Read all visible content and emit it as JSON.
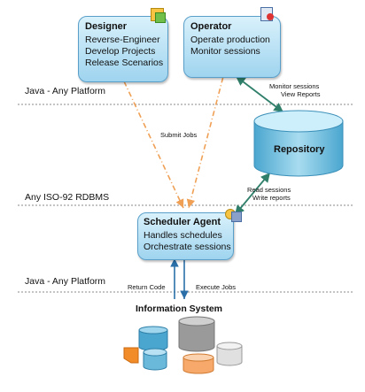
{
  "zones": {
    "top": "Java - Any Platform",
    "middle": "Any ISO-92 RDBMS",
    "bottom": "Java - Any Platform"
  },
  "designer": {
    "title": "Designer",
    "lines": [
      "Reverse-Engineer",
      "Develop Projects",
      "Release Scenarios"
    ]
  },
  "operator": {
    "title": "Operator",
    "lines": [
      "Operate production",
      "Monitor sessions"
    ]
  },
  "repository": {
    "title": "Repository"
  },
  "scheduler": {
    "title": "Scheduler Agent",
    "lines": [
      "Handles schedules",
      "Orchestrate sessions"
    ]
  },
  "info_system": {
    "title": "Information System"
  },
  "edges": {
    "submit_jobs": "Submit Jobs",
    "monitor_1": "Monitor sessions",
    "monitor_2": "View Reports",
    "read_1": "Read sessions",
    "read_2": "Write reports",
    "return_code": "Return Code",
    "execute_jobs": "Execute Jobs"
  },
  "colors": {
    "box_border": "#5a9fc9",
    "dashed_arrow": "#f0a055",
    "solid_arrow": "#2f7f6a",
    "zone_line": "#888888"
  }
}
